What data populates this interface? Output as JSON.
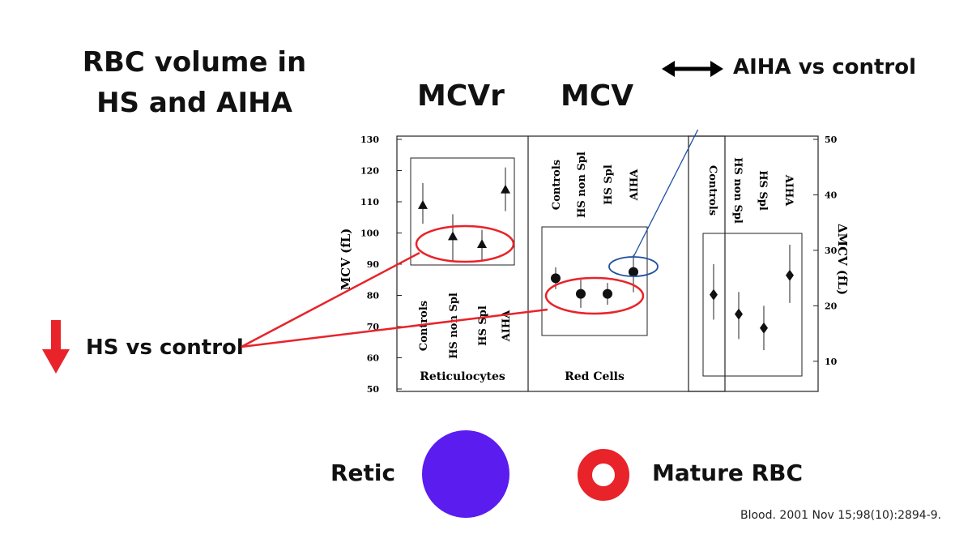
{
  "slide": {
    "title_line1": "RBC volume in",
    "title_line2": "HS and AIHA",
    "header_mcvr": "MCVr",
    "header_mcv": "MCV",
    "aiha_note": "AIHA vs control",
    "hs_note": "HS vs control",
    "legend_retic": "Retic",
    "legend_mature": "Mature RBC",
    "citation": "Blood. 2001 Nov 15;98(10):2894-9.",
    "colors": {
      "annotation_red": "#e8232a",
      "annotation_blue": "#1f4fa0",
      "retic_purple": "#5b1cf0",
      "arrow_black": "#000000"
    },
    "icons": [
      "double-arrow-icon",
      "down-arrow-icon",
      "retic-circle-icon",
      "mature-rbc-ring-icon"
    ]
  },
  "chart_data": {
    "type": "scatter",
    "left_axis": {
      "label": "MCV (fL)",
      "ylim": [
        50,
        130
      ],
      "ticks": [
        50,
        60,
        70,
        80,
        90,
        100,
        110,
        120,
        130
      ]
    },
    "right_axis": {
      "label": "ΔMCV (fL)",
      "ylim": [
        5,
        50
      ],
      "ticks": [
        10,
        20,
        30,
        40,
        50
      ]
    },
    "categories": [
      "Controls",
      "HS non Spl",
      "HS Spl",
      "AIHA"
    ],
    "panels": [
      {
        "name": "Reticulocytes",
        "marker": "triangle",
        "axis": "left",
        "values": [
          109,
          99,
          96.5,
          114
        ],
        "lower": [
          103,
          91,
          91,
          107
        ],
        "upper": [
          116,
          106,
          101,
          121
        ]
      },
      {
        "name": "Red Cells",
        "marker": "circle",
        "axis": "left",
        "values": [
          85.5,
          80.5,
          80.5,
          87.5
        ],
        "lower": [
          82,
          76,
          77,
          81
        ],
        "upper": [
          89,
          85,
          84,
          93
        ]
      },
      {
        "name": "",
        "marker": "diamond",
        "axis": "right",
        "values": [
          22,
          18.5,
          16,
          25.5
        ],
        "lower": [
          17.5,
          14,
          12,
          20.5
        ],
        "upper": [
          27.5,
          22.5,
          20,
          31
        ]
      }
    ]
  }
}
